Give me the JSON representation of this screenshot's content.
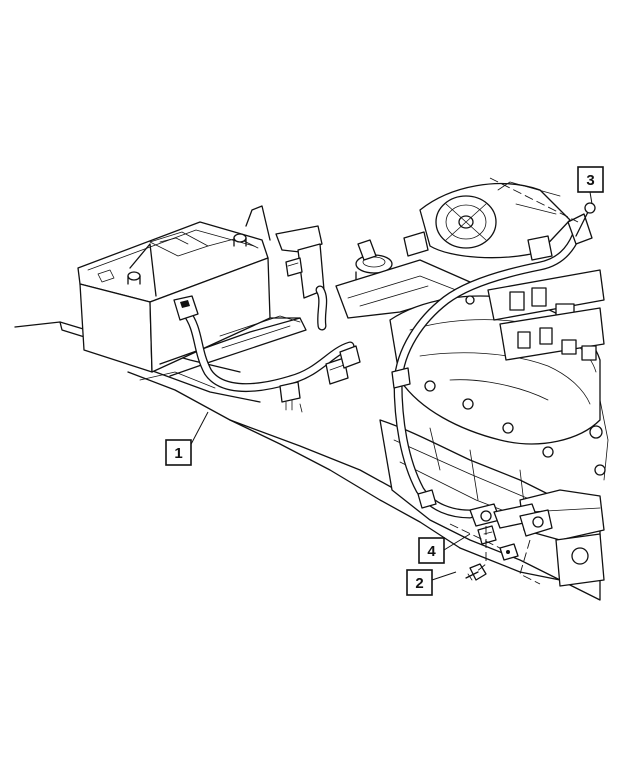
{
  "callouts": [
    {
      "id": "1",
      "label": "1",
      "part": "battery-negative-cable"
    },
    {
      "id": "2",
      "label": "2",
      "part": "ground-bolt"
    },
    {
      "id": "3",
      "label": "3",
      "part": "alternator-ground-cable-end"
    },
    {
      "id": "4",
      "label": "4",
      "part": "engine-ground-stud"
    }
  ],
  "icons": [
    "battery",
    "engine",
    "radiator-cap",
    "alternator",
    "cable",
    "bolt"
  ],
  "colors": {
    "line": "#111111",
    "background": "#ffffff"
  }
}
